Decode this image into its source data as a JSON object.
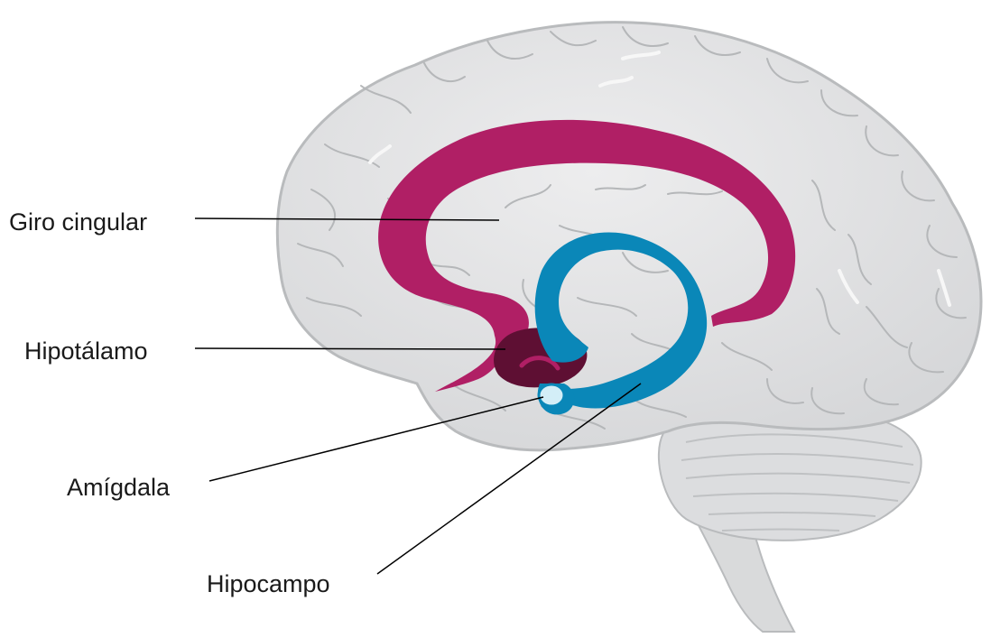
{
  "diagram": {
    "labels": {
      "cingulate_gyrus": "Giro cingular",
      "hypothalamus": "Hipotálamo",
      "amygdala": "Amígdala",
      "hippocampus": "Hipocampo"
    },
    "colors": {
      "background": "#ffffff",
      "brain_fill": "#e3e4e5",
      "brain_outline": "#b9bbbd",
      "cingulate_gyrus": "#b01f65",
      "hypothalamus": "#5e0f33",
      "amygdala": "#d3eef7",
      "hippocampus": "#0a87b8",
      "leader_line": "#000000"
    }
  }
}
